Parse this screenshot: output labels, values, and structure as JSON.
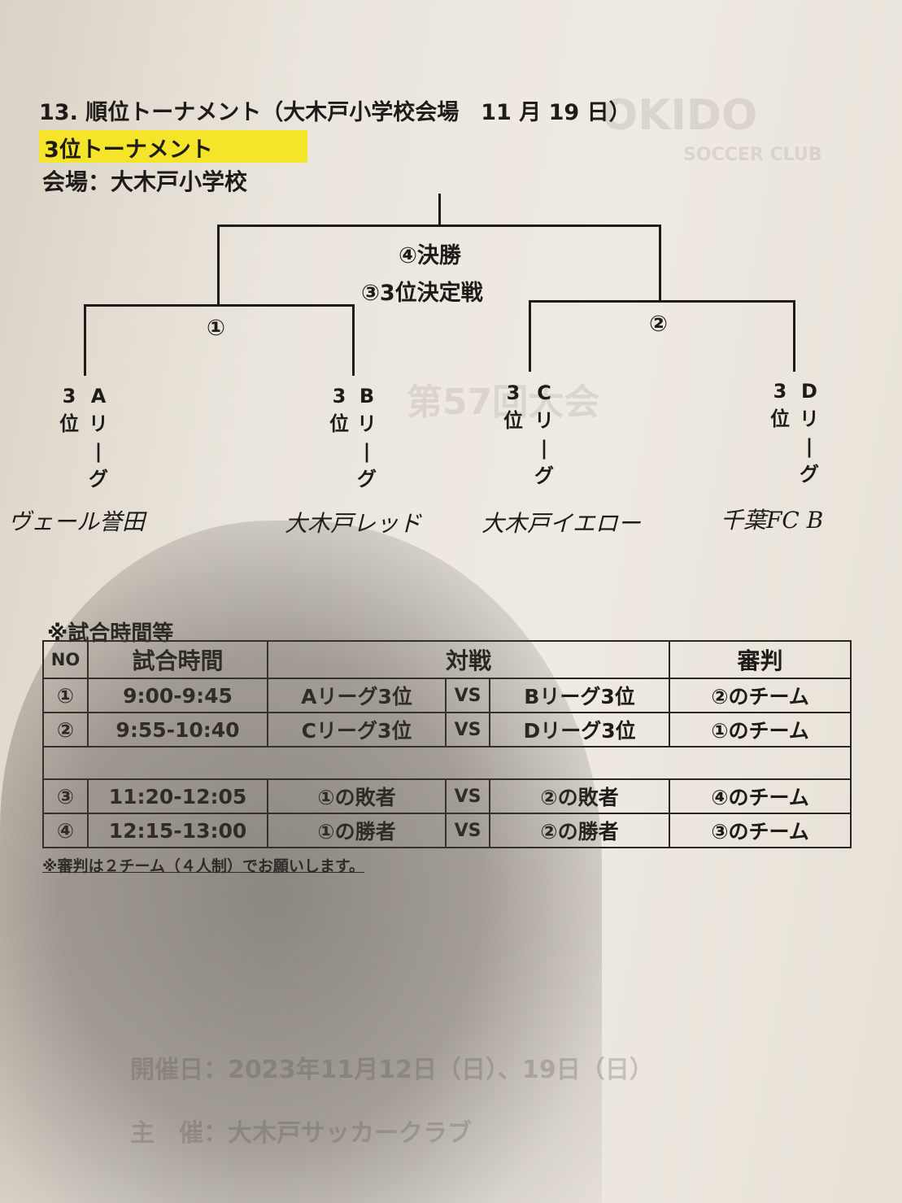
{
  "header": {
    "title": "13. 順位トーナメント（大木戸小学校会場　11 月 19 日）",
    "subtitle": "3位トーナメント",
    "venue": "会場：大木戸小学校"
  },
  "watermark": {
    "logo": "OKIDO",
    "logo_sub": "SOCCER CLUB",
    "bleed1": "第57回大会",
    "bleed2": "開催日：2023年11月12日（日）、19日（日）",
    "bleed3": "主　催：大木戸サッカークラブ"
  },
  "bracket": {
    "final": "④決勝",
    "third": "③3位決定戦",
    "match1": "①",
    "match2": "②",
    "slots": [
      {
        "rank": "3位",
        "league": "Aリーグ",
        "team": "ヴェール誉田"
      },
      {
        "rank": "3位",
        "league": "Bリーグ",
        "team": "大木戸レッド"
      },
      {
        "rank": "3位",
        "league": "Cリーグ",
        "team": "大木戸イエロー"
      },
      {
        "rank": "3位",
        "league": "Dリーグ",
        "team": "千葉FC B"
      }
    ]
  },
  "schedule": {
    "heading": "※試合時間等",
    "headers": [
      "NO",
      "試合時間",
      "対戦",
      "審判"
    ],
    "rows": [
      {
        "no": "①",
        "time": "9:00-9:45",
        "home": "Aリーグ3位",
        "vs": "VS",
        "away": "Bリーグ3位",
        "ref": "②のチーム"
      },
      {
        "no": "②",
        "time": "9:55-10:40",
        "home": "Cリーグ3位",
        "vs": "VS",
        "away": "Dリーグ3位",
        "ref": "①のチーム"
      },
      {
        "no": "③",
        "time": "11:20-12:05",
        "home": "①の敗者",
        "vs": "VS",
        "away": "②の敗者",
        "ref": "④のチーム"
      },
      {
        "no": "④",
        "time": "12:15-13:00",
        "home": "①の勝者",
        "vs": "VS",
        "away": "②の勝者",
        "ref": "③のチーム"
      }
    ],
    "note": "※審判は２チーム（４人制）でお願いします。"
  }
}
